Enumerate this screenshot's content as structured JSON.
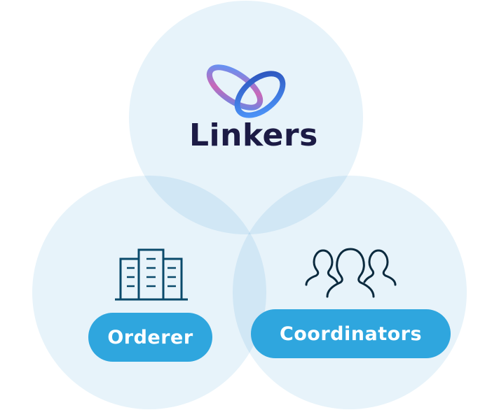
{
  "logo": {
    "name": "Linkers"
  },
  "nodes": [
    {
      "label": "Orderer",
      "icon": "building-icon"
    },
    {
      "label": "Coordinators",
      "icon": "people-group-icon"
    }
  ],
  "colors": {
    "circle": "#e7f3fa",
    "button": "#2fa6de",
    "icon_dark": "#0a4a6b",
    "text_dark": "#1c1b45"
  }
}
